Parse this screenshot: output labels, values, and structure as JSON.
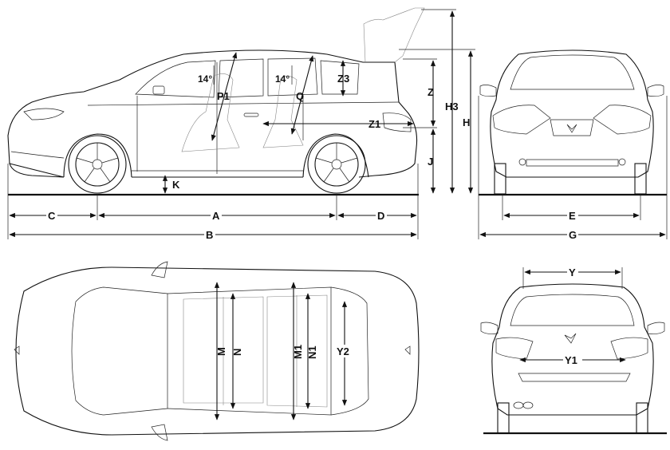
{
  "diagram": {
    "side_view": {
      "dimension_labels": {
        "C": "C",
        "A": "A",
        "D": "D",
        "B": "B",
        "K": "K",
        "J": "J",
        "Z": "Z",
        "Z1": "Z1",
        "Z3": "Z3",
        "H3": "H3",
        "H": "H",
        "P1": "P1",
        "Q": "Q",
        "angle1": "14°",
        "angle2": "14°"
      }
    },
    "front_view": {
      "dimension_labels": {
        "E": "E",
        "G": "G"
      }
    },
    "top_view": {
      "dimension_labels": {
        "M": "M",
        "N": "N",
        "M1": "M1",
        "N1": "N1",
        "Y2": "Y2"
      }
    },
    "rear_view": {
      "dimension_labels": {
        "Y": "Y",
        "Y1": "Y1"
      }
    }
  }
}
